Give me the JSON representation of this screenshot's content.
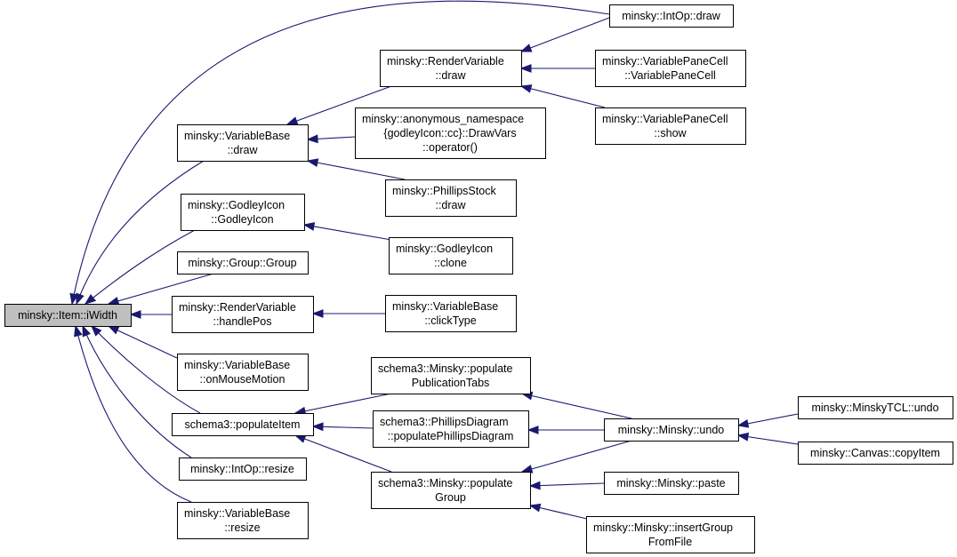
{
  "graph": {
    "nodes": [
      {
        "id": "iwidth",
        "lines": [
          "minsky::Item::iWidth"
        ],
        "root": true
      },
      {
        "id": "vb_draw",
        "lines": [
          "minsky::VariableBase",
          "::draw"
        ]
      },
      {
        "id": "godley_ctor",
        "lines": [
          "minsky::GodleyIcon",
          "::GodleyIcon"
        ]
      },
      {
        "id": "group_group",
        "lines": [
          "minsky::Group::Group"
        ]
      },
      {
        "id": "rv_handlepos",
        "lines": [
          "minsky::RenderVariable",
          "::handlePos"
        ]
      },
      {
        "id": "vb_onmouse",
        "lines": [
          "minsky::VariableBase",
          "::onMouseMotion"
        ]
      },
      {
        "id": "schema3_populateitem",
        "lines": [
          "schema3::populateItem"
        ]
      },
      {
        "id": "intop_resize",
        "lines": [
          "minsky::IntOp::resize"
        ]
      },
      {
        "id": "vb_resize",
        "lines": [
          "minsky::VariableBase",
          "::resize"
        ]
      },
      {
        "id": "intop_draw",
        "lines": [
          "minsky::IntOp::draw"
        ]
      },
      {
        "id": "rv_draw",
        "lines": [
          "minsky::RenderVariable",
          "::draw"
        ]
      },
      {
        "id": "anon_drawvars",
        "lines": [
          "minsky::anonymous_namespace",
          "{godleyIcon::cc}::DrawVars",
          "::operator()"
        ]
      },
      {
        "id": "phillipsstock_draw",
        "lines": [
          "minsky::PhillipsStock",
          "::draw"
        ]
      },
      {
        "id": "godley_clone",
        "lines": [
          "minsky::GodleyIcon",
          "::clone"
        ]
      },
      {
        "id": "vb_clicktype",
        "lines": [
          "minsky::VariableBase",
          "::clickType"
        ]
      },
      {
        "id": "vpc_ctor",
        "lines": [
          "minsky::VariablePaneCell",
          "::VariablePaneCell"
        ]
      },
      {
        "id": "vpc_show",
        "lines": [
          "minsky::VariablePaneCell",
          "::show"
        ]
      },
      {
        "id": "schema3_pubtabs",
        "lines": [
          "schema3::Minsky::populate",
          "PublicationTabs"
        ]
      },
      {
        "id": "schema3_phillips",
        "lines": [
          "schema3::PhillipsDiagram",
          "::populatePhillipsDiagram"
        ]
      },
      {
        "id": "schema3_popgroup",
        "lines": [
          "schema3::Minsky::populate",
          "Group"
        ]
      },
      {
        "id": "minsky_undo",
        "lines": [
          "minsky::Minsky::undo"
        ]
      },
      {
        "id": "minsky_paste",
        "lines": [
          "minsky::Minsky::paste"
        ]
      },
      {
        "id": "minsky_insertgroup",
        "lines": [
          "minsky::Minsky::insertGroup",
          "FromFile"
        ]
      },
      {
        "id": "tcl_undo",
        "lines": [
          "minsky::MinskyTCL::undo"
        ]
      },
      {
        "id": "canvas_copyitem",
        "lines": [
          "minsky::Canvas::copyItem"
        ]
      }
    ],
    "edges": [
      {
        "from": "vb_draw",
        "to": "iwidth"
      },
      {
        "from": "godley_ctor",
        "to": "iwidth"
      },
      {
        "from": "group_group",
        "to": "iwidth"
      },
      {
        "from": "rv_handlepos",
        "to": "iwidth"
      },
      {
        "from": "vb_onmouse",
        "to": "iwidth"
      },
      {
        "from": "schema3_populateitem",
        "to": "iwidth"
      },
      {
        "from": "intop_resize",
        "to": "iwidth"
      },
      {
        "from": "vb_resize",
        "to": "iwidth"
      },
      {
        "from": "intop_draw",
        "to": "iwidth"
      },
      {
        "from": "rv_draw",
        "to": "vb_draw"
      },
      {
        "from": "anon_drawvars",
        "to": "vb_draw"
      },
      {
        "from": "phillipsstock_draw",
        "to": "vb_draw"
      },
      {
        "from": "intop_draw",
        "to": "rv_draw"
      },
      {
        "from": "vpc_ctor",
        "to": "rv_draw"
      },
      {
        "from": "vpc_show",
        "to": "rv_draw"
      },
      {
        "from": "godley_clone",
        "to": "godley_ctor"
      },
      {
        "from": "vb_clicktype",
        "to": "rv_handlepos"
      },
      {
        "from": "schema3_pubtabs",
        "to": "schema3_populateitem"
      },
      {
        "from": "schema3_phillips",
        "to": "schema3_populateitem"
      },
      {
        "from": "schema3_popgroup",
        "to": "schema3_populateitem"
      },
      {
        "from": "minsky_undo",
        "to": "schema3_pubtabs"
      },
      {
        "from": "minsky_undo",
        "to": "schema3_phillips"
      },
      {
        "from": "minsky_undo",
        "to": "schema3_popgroup"
      },
      {
        "from": "minsky_paste",
        "to": "schema3_popgroup"
      },
      {
        "from": "minsky_insertgroup",
        "to": "schema3_popgroup"
      },
      {
        "from": "tcl_undo",
        "to": "minsky_undo"
      },
      {
        "from": "canvas_copyitem",
        "to": "minsky_undo"
      }
    ]
  },
  "colors": {
    "edge": "#191970",
    "root_fill": "#bfbfbf",
    "node_fill": "#ffffff",
    "node_border": "#000000"
  }
}
